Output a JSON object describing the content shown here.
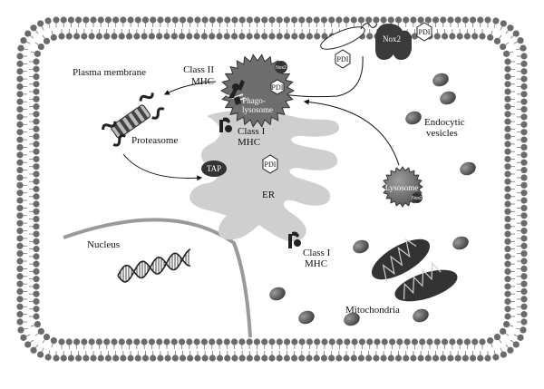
{
  "labels": {
    "plasma_membrane": "Plasma membrane",
    "class_ii_mhc": [
      "Class II",
      "MHC"
    ],
    "phagolysosome": [
      "Phago-",
      "lysosome"
    ],
    "pdi": "PDI",
    "nox2": "Nox2",
    "nox2_small": "Nox2",
    "class_i_mhc_top": [
      "Class I",
      "MHC"
    ],
    "class_i_mhc_bottom": [
      "Class I",
      "MHC"
    ],
    "proteasome": "Proteasome",
    "tap": "TAP",
    "er": "ER",
    "endocytic_vesicles": [
      "Endocytic",
      "vesicles"
    ],
    "lysosome": "Lysosome",
    "nucleus": "Nucleus",
    "mitochondria": "Mitochondria"
  },
  "colors": {
    "membrane_head": "#6b6b6b",
    "er": "#cfcfcf",
    "nucleus_edge": "#9a9a9a",
    "organelle": "#777777",
    "nox2": "#3a3a3a",
    "vesicle": "#5e5e5e"
  }
}
